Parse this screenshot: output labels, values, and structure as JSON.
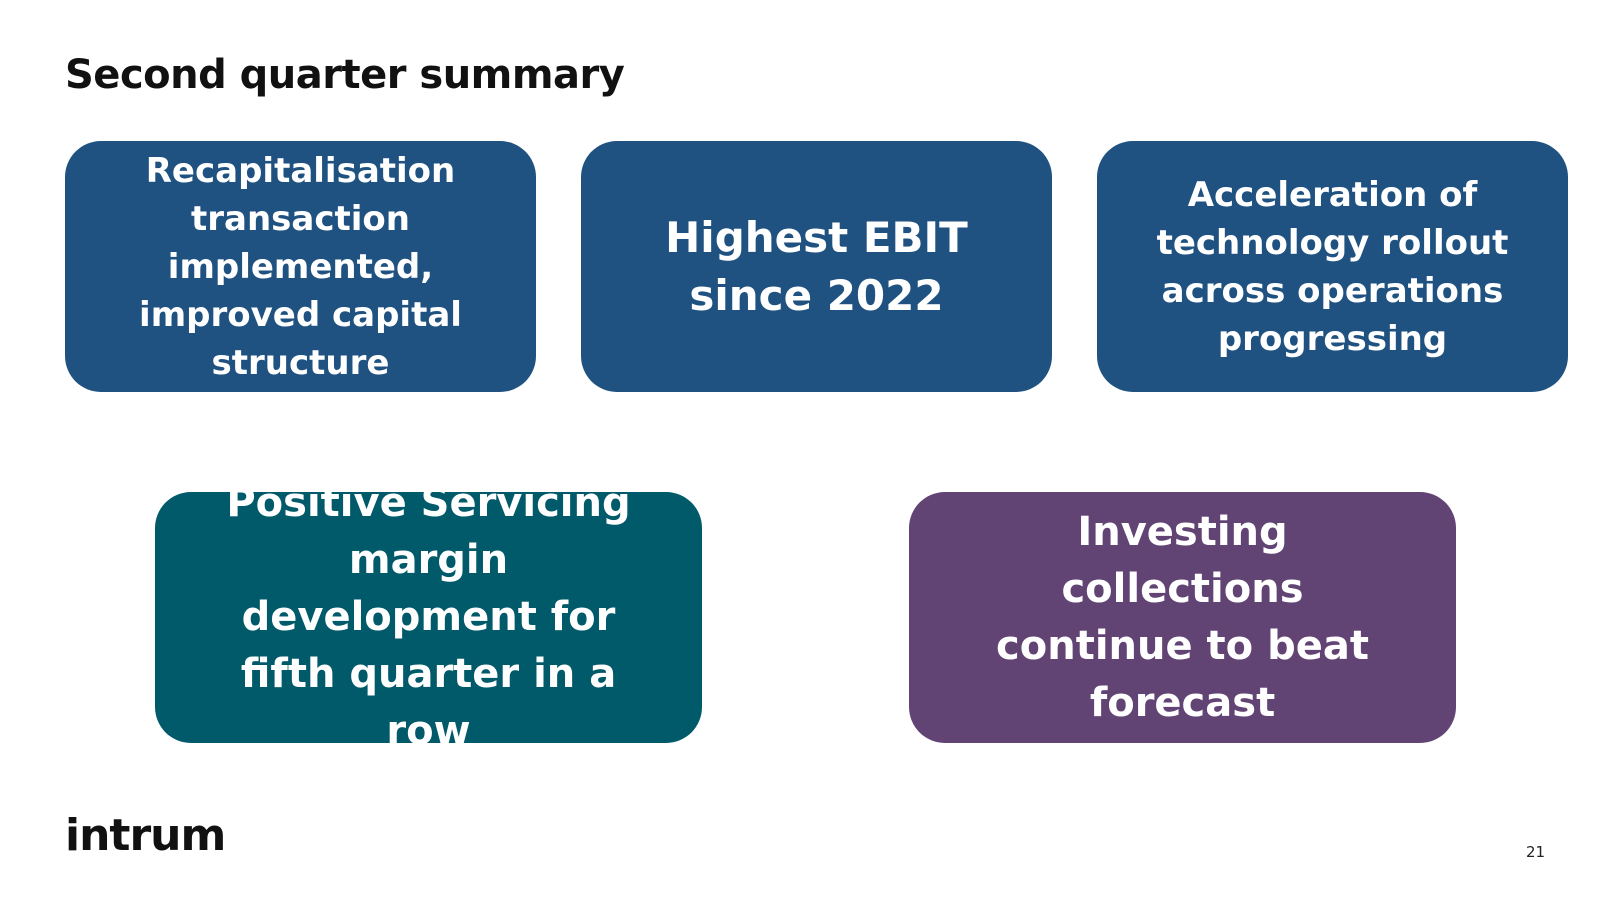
{
  "slide": {
    "title": "Second quarter summary",
    "cards": [
      {
        "text": "Recapitalisation transaction implemented, improved capital structure",
        "color": "#1f5280"
      },
      {
        "text": "Highest EBIT since 2022",
        "color": "#1f5280"
      },
      {
        "text": "Acceleration of technology rollout across operations progressing",
        "color": "#1f5280"
      },
      {
        "text": "Positive Servicing margin development for fifth quarter in a row",
        "color": "#005a6a"
      },
      {
        "text": "Investing collections continue to beat forecast",
        "color": "#614374"
      }
    ],
    "logo": "intrum",
    "page_number": "21"
  }
}
